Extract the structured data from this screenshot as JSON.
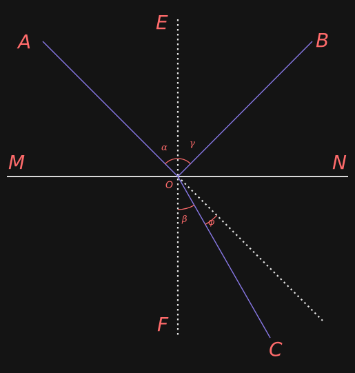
{
  "labels": {
    "A": "A",
    "B": "B",
    "C": "C",
    "E": "E",
    "F": "F",
    "M": "M",
    "N": "N",
    "O": "O"
  },
  "angles": {
    "alpha": "α",
    "gamma": "γ",
    "beta": "β",
    "phi": "φ"
  },
  "colors": {
    "background": "#141414",
    "ray": "#8878e6",
    "surface": "#d9d9d9",
    "normal": "#e6e6e6",
    "label": "#ff6b6b",
    "arc": "#ff6b6b"
  }
}
